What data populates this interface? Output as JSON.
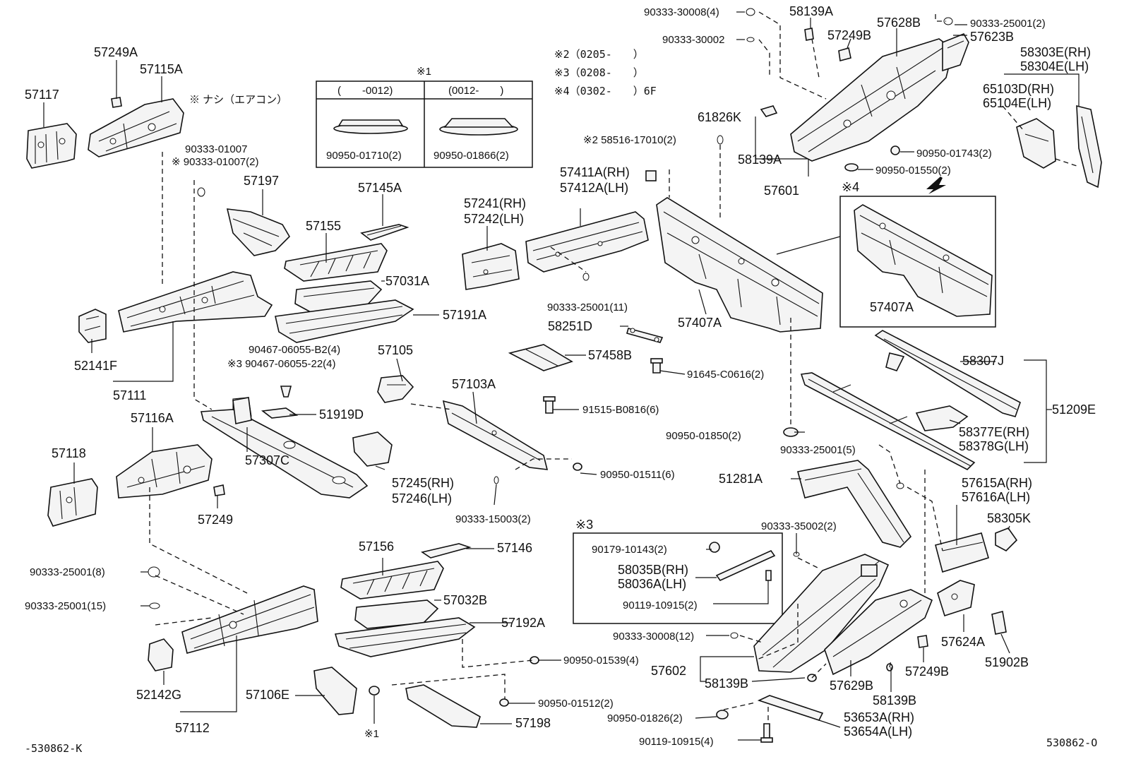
{
  "labels": {
    "p57117": "57117",
    "p57249A": "57249A",
    "p57115A": "57115A",
    "nashi": "※ ナシ（エアコン）",
    "p90333_01007": "90333-01007",
    "p90333_01007_2": "※ 90333-01007(2)",
    "p57197": "57197",
    "p57145A": "57145A",
    "p57155": "57155",
    "p57031A": "57031A",
    "p57191A": "57191A",
    "p52141F": "52141F",
    "p57111": "57111",
    "p90467_b2": "90467-06055-B2(4)",
    "p90467_22": "※3 90467-06055-22(4)",
    "p51919D": "51919D",
    "p57307C": "57307C",
    "p57116A": "57116A",
    "p57118": "57118",
    "p57249": "57249",
    "p57105": "57105",
    "p57103A": "57103A",
    "p57245": "57245(RH)",
    "p57246": "57246(LH)",
    "p90333_15003": "90333-15003(2)",
    "p90950_01511": "90950-01511(6)",
    "p57241": "57241(RH)",
    "p57242": "57242(LH)",
    "p57411A": "57411A(RH)",
    "p57412A": "57412A(LH)",
    "p58516": "※2 58516-17010(2)",
    "p61826K": "61826K",
    "p90333_25001_11": "90333-25001(11)",
    "p58251D": "58251D",
    "p57458B": "57458B",
    "p91645": "91645-C0616(2)",
    "p91515": "91515-B0816(6)",
    "p57407A": "57407A",
    "p57407A_b": "57407A",
    "p90950_01850": "90950-01850(2)",
    "p90333_30008_4": "90333-30008(4)",
    "p58139A_top": "58139A",
    "p57249B_top": "57249B",
    "p57628B": "57628B",
    "p90333_25001_2": "90333-25001(2)",
    "p57623B": "57623B",
    "p90333_30002": "90333-30002",
    "p58303E": "58303E(RH)",
    "p58304E": "58304E(LH)",
    "p65103D": "65103D(RH)",
    "p65104E": "65104E(LH)",
    "p58139A_mid": "58139A",
    "p57601": "57601",
    "p90950_01743": "90950-01743(2)",
    "p90950_01550": "90950-01550(2)",
    "mark4": "※4",
    "p58307J": "58307J",
    "p51209E": "51209E",
    "p58377E": "58377E(RH)",
    "p58378G": "58378G(LH)",
    "p90333_25001_5": "90333-25001(5)",
    "p51281A": "51281A",
    "p57615A": "57615A(RH)",
    "p57616A": "57616A(LH)",
    "p58305K": "58305K",
    "p90333_35002": "90333-35002(2)",
    "mark3": "※3",
    "p90179": "90179-10143(2)",
    "p58035B": "58035B(RH)",
    "p58036A": "58036A(LH)",
    "p90119_2": "90119-10915(2)",
    "p90333_30008_12": "90333-30008(12)",
    "p57602": "57602",
    "p58139B_a": "58139B",
    "p57629B": "57629B",
    "p57249B_b": "57249B",
    "p57624A": "57624A",
    "p51902B": "51902B",
    "p58139B_b": "58139B",
    "p90950_01826": "90950-01826(2)",
    "p53653A": "53653A(RH)",
    "p53654A": "53654A(LH)",
    "p90119_4": "90119-10915(4)",
    "p90333_25001_8": "90333-25001(8)",
    "p90333_25001_15": "90333-25001(15)",
    "p57156": "57156",
    "p57146": "57146",
    "p57032B": "57032B",
    "p57192A": "57192A",
    "p90950_01539": "90950-01539(4)",
    "p90950_01512": "90950-01512(2)",
    "p57198": "57198",
    "p52142G": "52142G",
    "p57106E": "57106E",
    "p57112": "57112",
    "mark1_bottom": "※1",
    "footer_left": "-530862-K",
    "footer_right": "530862-O"
  },
  "notes": {
    "n2": "※2（0205-　　）",
    "n3": "※3（0208-　　）",
    "n4": "※4（0302-　　）6F"
  },
  "table": {
    "mark": "※1",
    "col1_header": "(　　-0012)",
    "col2_header": "(0012-　　)",
    "col1_part": "90950-01710(2)",
    "col2_part": "90950-01866(2)"
  }
}
